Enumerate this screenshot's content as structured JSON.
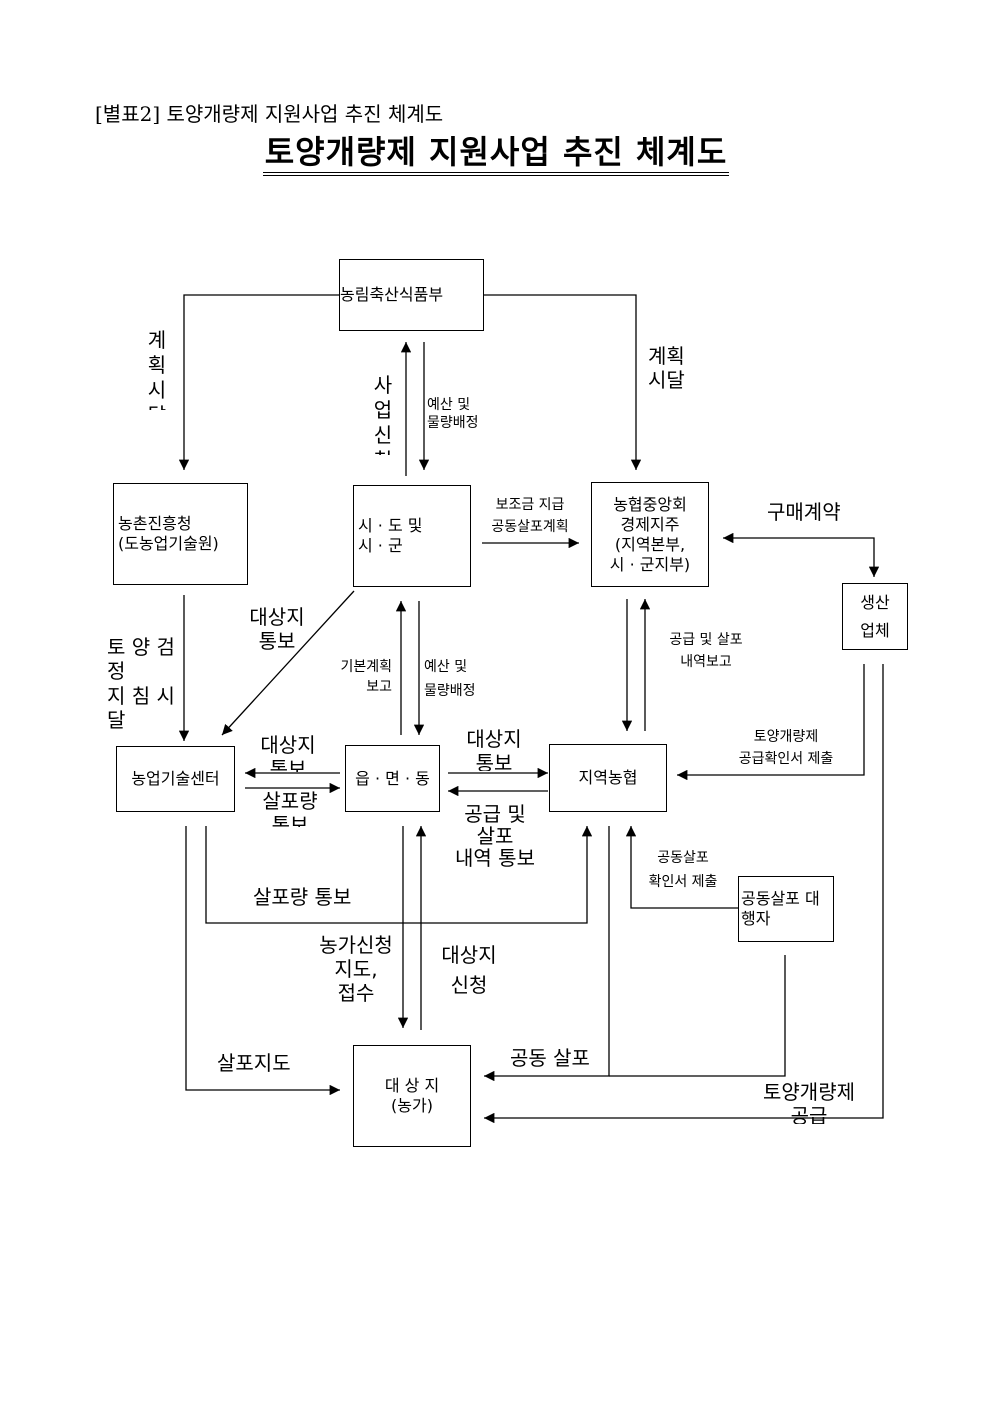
{
  "header": "[별표2] 토양개량제 지원사업 추진 체계도",
  "title": "토양개량제 지원사업 추진 체계도",
  "nodes": {
    "ministry": "농림축산식품부",
    "rda": "농촌진흥청\n(도농업기술원)",
    "province": "시 · 도 및\n시 · 군",
    "nh_central": "농협중앙회\n경제지주\n(지역본부,\n시 · 군지부)",
    "producer": "생산\n업체",
    "tech_center": "농업기술센터",
    "town": "읍 · 면 · 동",
    "local_nh": "지역농협",
    "joint_agent": "공동살포 대\n행자",
    "farmer": "대 상 지\n(농가)"
  },
  "labels": {
    "plan_notice_left": "계획시달",
    "business_apply": "사업신청",
    "budget_alloc_top": "예산 및\n물량배정",
    "plan_notice_right": "계획\n시달",
    "subsidy": "보조금 지급\n공동살포계획",
    "purchase": "구매계약",
    "soil_test": "토 양 검\n정\n지 침 시\n달",
    "target_notice_diag": "대상지\n통보",
    "basic_plan": "기본계획\n보고",
    "budget_alloc_mid": "예산 및\n물량배정",
    "supply_report": "공급 및 살포\n내역보고",
    "supply_confirm": "토양개량제\n공급확인서 제출",
    "target_notice_tc": "대상지\n통보",
    "spread_amount_tc": "살포량\n통보",
    "target_notice_town": "대상지\n통보",
    "supply_spread_notice": "공급 및\n살포\n내역 통보",
    "joint_confirm": "공동살포\n확인서 제출",
    "spread_amount_notice": "살포량 통보",
    "farmer_apply": "농가신청\n지도,\n접수",
    "target_apply": "대상지\n신청",
    "spread_guide": "살포지도",
    "joint_spread": "공동 살포",
    "soil_supply": "토양개량제\n공급"
  }
}
